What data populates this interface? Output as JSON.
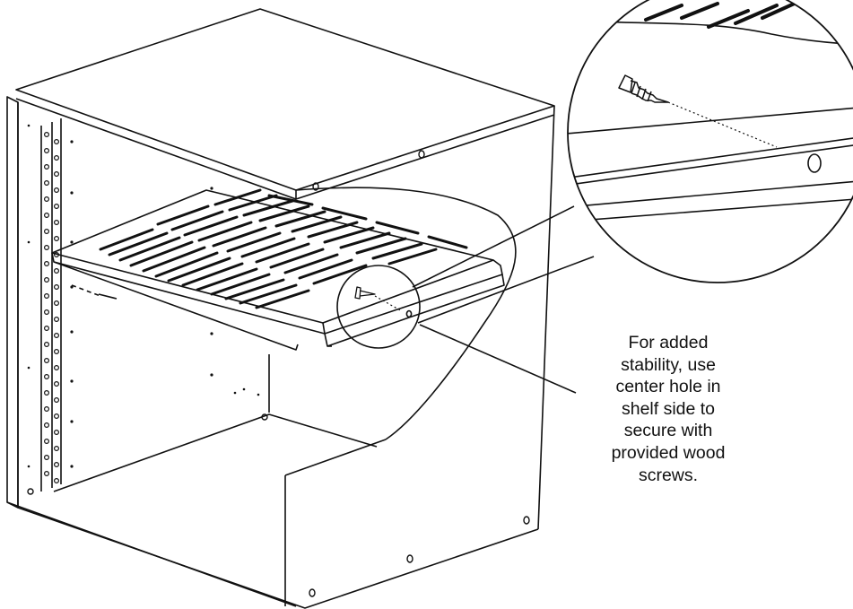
{
  "callout": {
    "lines": [
      "For added",
      "stability, use",
      "center hole in",
      "shelf side to",
      "secure with",
      "provided wood",
      "screws."
    ]
  },
  "colors": {
    "line": "#111111",
    "background": "#ffffff"
  }
}
